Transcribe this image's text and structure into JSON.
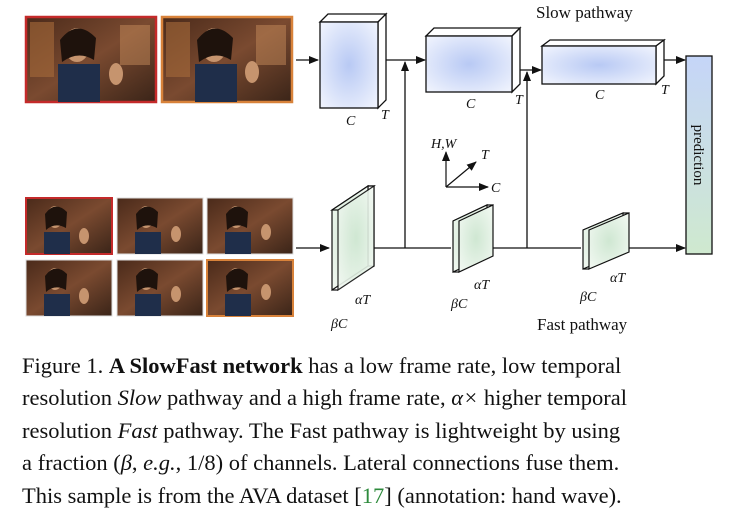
{
  "figure": {
    "labels": {
      "slow_pathway": "Slow pathway",
      "fast_pathway": "Fast pathway",
      "prediction": "prediction",
      "slow_c": "C",
      "slow_t": "T",
      "fast_beta_c": "βC",
      "fast_alpha_t": "αT",
      "axis_hw": "H,W",
      "axis_t": "T",
      "axis_c": "C"
    },
    "colors": {
      "slow_block": "#b8c9f4",
      "fast_block": "#cfe7d2",
      "prediction_top": "#c5d5f8",
      "prediction_bottom": "#cfe9cf",
      "slow_frame_border": "#c42a2a",
      "fast_frame_border": "#d8823a"
    },
    "frames": {
      "slow_count": 2,
      "fast_count": 6
    }
  },
  "caption": {
    "line1": {
      "prefix": "Figure 1. ",
      "bold": "A SlowFast network",
      "suffix": " has a low frame rate, low temporal"
    },
    "line2": {
      "pre": "resolution ",
      "slow_word": "Slow",
      "mid": " pathway and a high frame rate, ",
      "alpha": "α×",
      "post": " higher temporal"
    },
    "line3": {
      "pre": "resolution ",
      "fast_word": "Fast",
      "post": " pathway. The Fast pathway is lightweight by using"
    },
    "line4": {
      "pre": "a fraction (",
      "beta": "β",
      "comma": ", ",
      "eg": "e.g.",
      "post": ", 1/8) of channels. Lateral connections fuse them."
    },
    "line5": {
      "pre": "This sample is from the AVA dataset [",
      "cite": "17",
      "post": "] (annotation: hand wave)."
    }
  }
}
